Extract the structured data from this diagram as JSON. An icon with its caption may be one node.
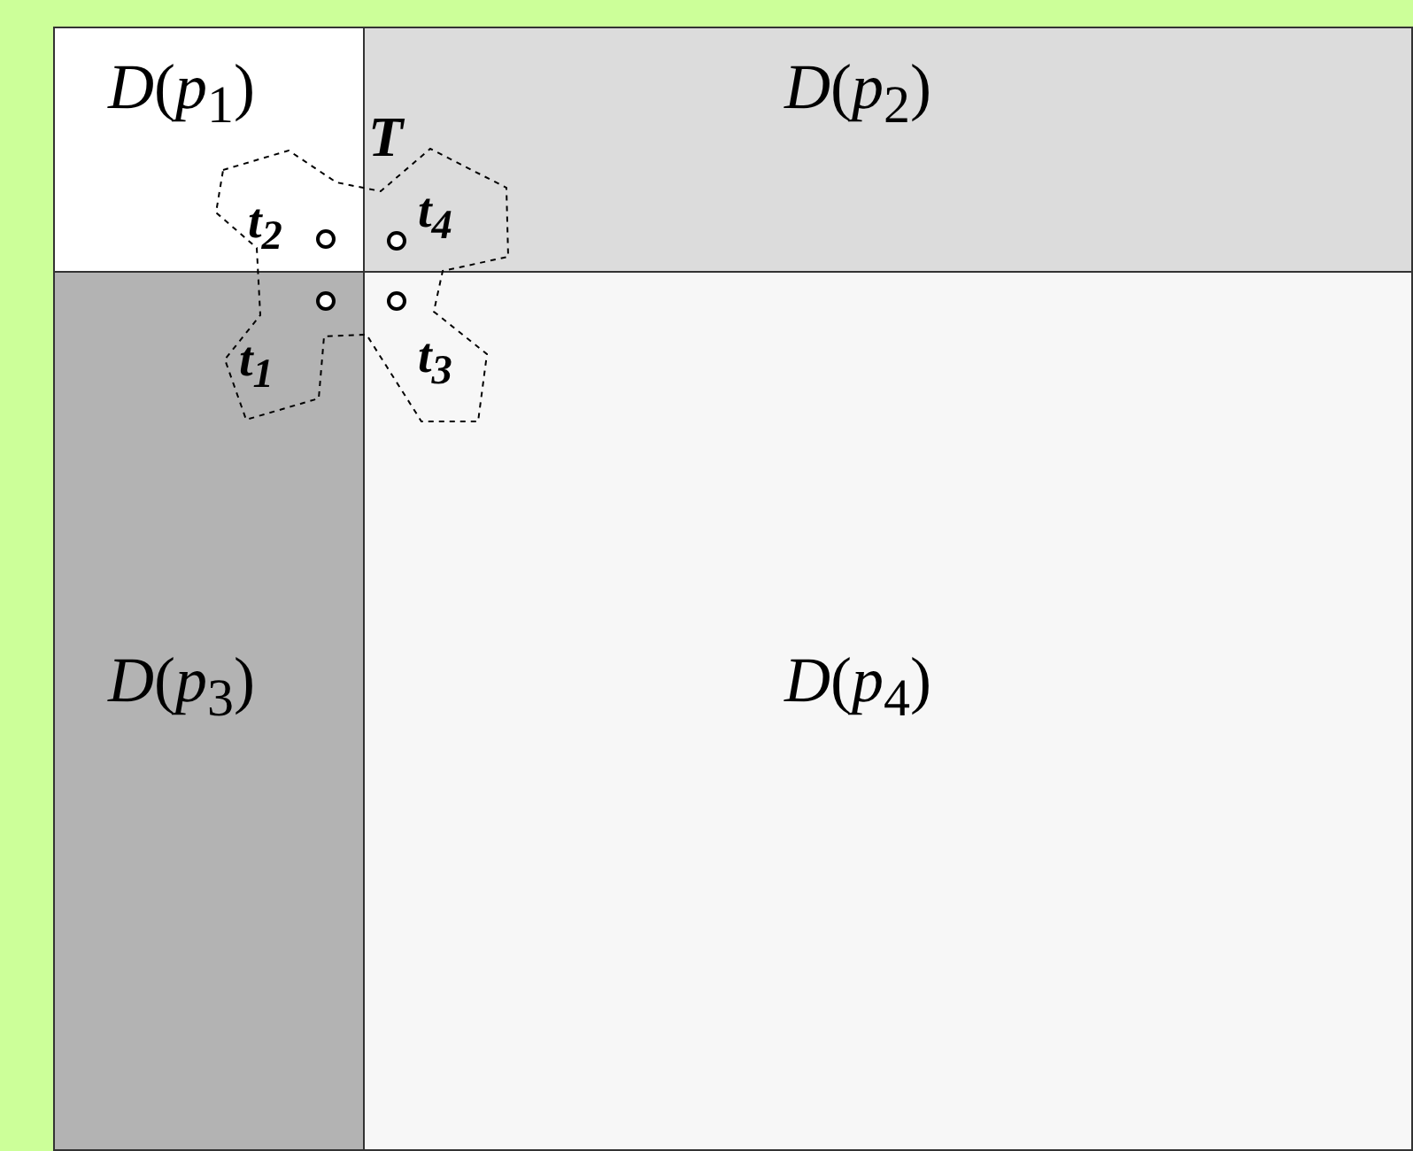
{
  "diagram": {
    "nodes": [
      {
        "text": [
          "*D*(*p*$_{1}$)"
        ]
      },
      {
        "text": [
          "*D*(*p*$_{2}$)"
        ]
      },
      {
        "text": [
          "*D*(*p*$_{3}$)"
        ]
      },
      {
        "text": [
          "*D*(*p*$_{4}$)"
        ]
      },
      {
        "text": [],
        "shape": "polygon"
      }
    ],
    "labels": [
      "T",
      "t$_{2}$",
      "t$_{4}$",
      "t$_{1}$",
      "t$_{3}$"
    ]
  }
}
